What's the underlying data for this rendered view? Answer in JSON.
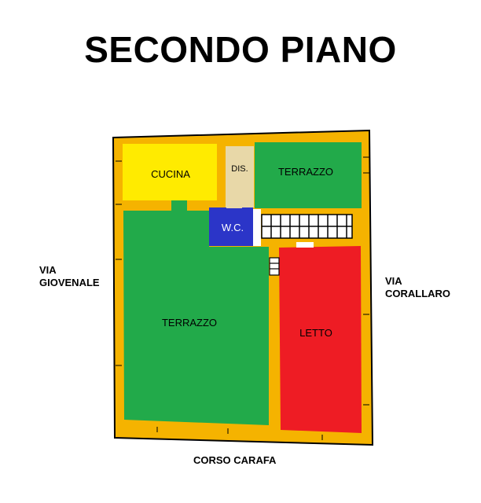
{
  "title": "SECONDO PIANO",
  "streets": {
    "west": [
      "VIA",
      "GIOVENALE"
    ],
    "east": [
      "VIA",
      "CORALLARO"
    ],
    "south": "CORSO CARAFA"
  },
  "rooms": {
    "cucina": "CUCINA",
    "dis": "DIS.",
    "terrazzo_top": "TERRAZZO",
    "wc": "W.C.",
    "terrazzo_main": "TERRAZZO",
    "letto": "LETTO"
  },
  "colors": {
    "wall": "#f5b300",
    "kitchen": "#ffeb00",
    "hall": "#e8d8a8",
    "terrace": "#22aa4a",
    "bath": "#2b35c8",
    "bedroom": "#ee1c24",
    "stairs": "#ffffff"
  }
}
